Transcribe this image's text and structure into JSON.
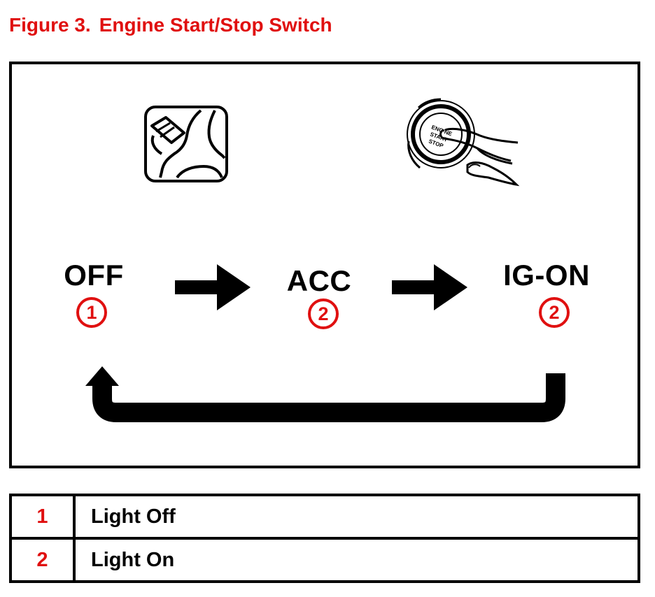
{
  "figure": {
    "label": "Figure 3.",
    "title": "Engine Start/Stop Switch"
  },
  "icons": {
    "left": "brake-pedal-icon",
    "right": "engine-start-stop-button-icon"
  },
  "button_icon_text": [
    "ENGINE",
    "START",
    "STOP"
  ],
  "states": [
    {
      "label": "OFF",
      "badge": "1"
    },
    {
      "label": "ACC",
      "badge": "2"
    },
    {
      "label": "IG-ON",
      "badge": "2"
    }
  ],
  "legend": [
    {
      "num": "1",
      "text": "Light Off"
    },
    {
      "num": "2",
      "text": "Light On"
    }
  ],
  "colors": {
    "accent_red": "#e01010",
    "ink": "#000000"
  }
}
